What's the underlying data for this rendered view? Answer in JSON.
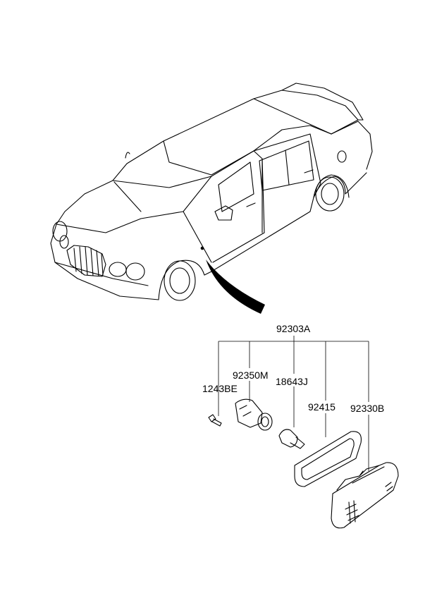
{
  "labels": {
    "assembly": "92303A",
    "socket": "92350M",
    "screw": "1243BE",
    "bulb": "18643J",
    "gasket": "92415",
    "lens": "92330B"
  }
}
